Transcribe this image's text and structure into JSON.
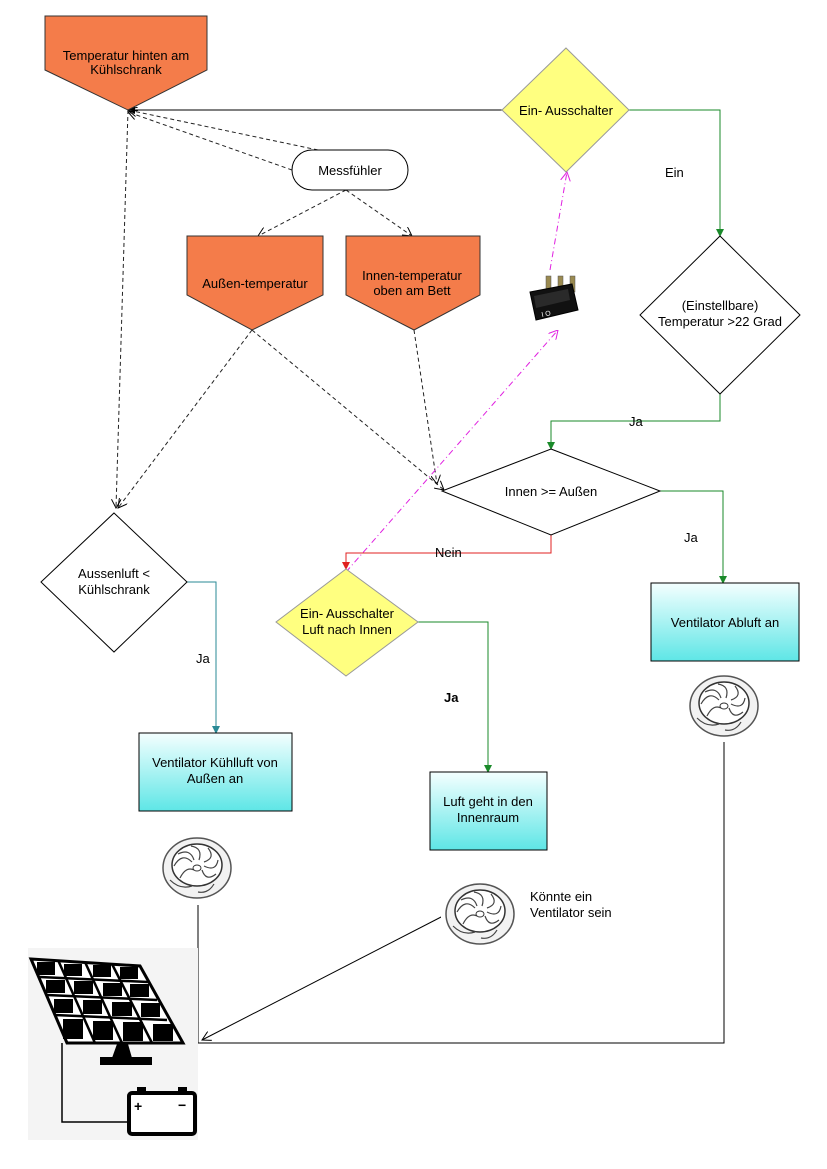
{
  "colors": {
    "orange": "#f47c4a",
    "yellow": "#ffff80",
    "cyan_top": "#e6ffff",
    "cyan_bottom": "#66e8e8",
    "green": "#1a8a2a",
    "teal": "#2a8a96",
    "red": "#e02020",
    "magenta": "#e020e0",
    "black": "#000000"
  },
  "nodes": {
    "temp_fridge": [
      "Temperatur hinten am",
      "Kühlschrank"
    ],
    "sensor": "Messfühler",
    "outside_temp": "Außen-temperatur",
    "inside_temp": [
      "Innen-temperatur",
      "oben am Bett"
    ],
    "main_switch": "Ein- Ausschalter",
    "temp_threshold": [
      "(Einstellbare)",
      "Temperatur >22 Grad"
    ],
    "compare_in_out": "Innen >= Außen",
    "air_vs_fridge": [
      "Aussenluft <",
      "Kühlschrank"
    ],
    "switch_inside": [
      "Ein- Ausschalter",
      "Luft nach Innen"
    ],
    "fan_exhaust": "Ventilator Abluft an",
    "fan_cooling": [
      "Ventilator Kühlluft von",
      "Außen an"
    ],
    "air_inside": [
      "Luft geht in den",
      "Innenraum"
    ],
    "maybe_fan_note": [
      "Könnte ein",
      "Ventilator sein"
    ]
  },
  "edge_labels": {
    "ein": "Ein",
    "ja_threshold": "Ja",
    "ja_compare": "Ja",
    "nein_compare": "Nein",
    "ja_air": "Ja",
    "ja_switch": "Ja"
  },
  "icons": [
    "fan-icon",
    "rocker-switch-icon",
    "solar-panel-icon",
    "battery-icon"
  ]
}
